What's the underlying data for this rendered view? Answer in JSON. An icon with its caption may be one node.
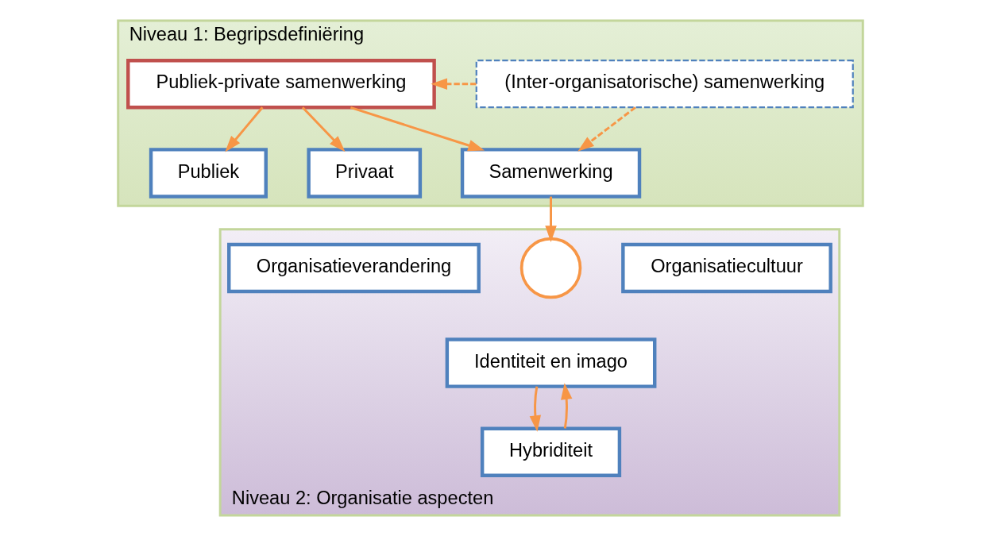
{
  "diagram": {
    "nodes": [
      {
        "text": [
          "Niveau 1: Begripsdefiniëring"
        ]
      },
      {
        "text": [
          "Publiek-private samenwerking"
        ],
        "in": 0
      },
      {
        "text": [
          "(Inter-organisatorische) samenwerking"
        ],
        "in": 0
      },
      {
        "text": [
          "Publiek"
        ],
        "in": 0
      },
      {
        "text": [
          "Privaat"
        ],
        "in": 0
      },
      {
        "text": [
          "Samenwerking"
        ],
        "in": 0
      },
      {
        "text": [
          "Niveau 2: Organisatie aspecten"
        ]
      },
      {
        "text": [
          "Organisatieverandering"
        ],
        "in": 6
      },
      {
        "text": [],
        "shape": "circle",
        "in": 6
      },
      {
        "text": [
          "Organisatiecultuur"
        ],
        "in": 6
      },
      {
        "text": [
          "Identiteit en imago"
        ],
        "in": 6
      },
      {
        "text": [
          "Hybriditeit"
        ],
        "in": 6
      }
    ],
    "edges": [
      {
        "from": 2,
        "to": 1,
        "arrow": "to",
        "style": "dashed"
      },
      {
        "from": 2,
        "to": 5,
        "arrow": "to",
        "style": "dashed"
      },
      {
        "from": 1,
        "to": 3,
        "arrow": "to"
      },
      {
        "from": 1,
        "to": 4,
        "arrow": "to"
      },
      {
        "from": 1,
        "to": 5,
        "arrow": "to"
      },
      {
        "from": 5,
        "to": 8,
        "arrow": "to"
      },
      {
        "from": 10,
        "to": 11,
        "arrow": "to"
      },
      {
        "from": 11,
        "to": 10,
        "arrow": "to"
      }
    ]
  }
}
